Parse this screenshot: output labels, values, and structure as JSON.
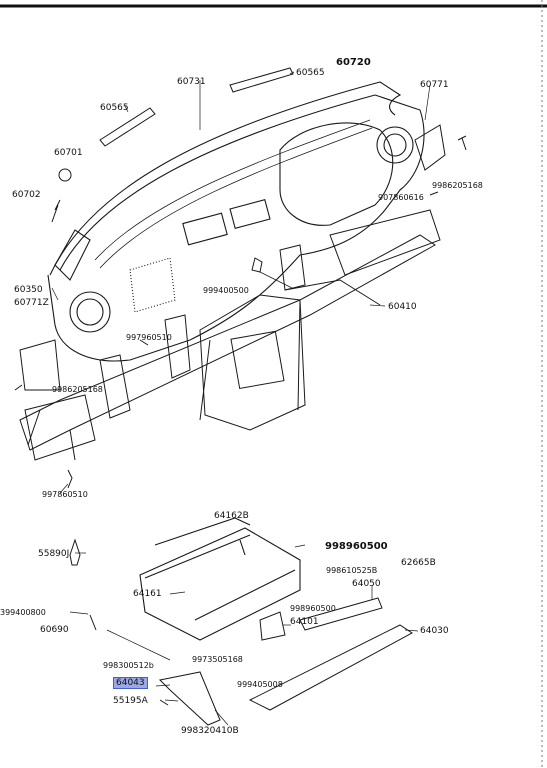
{
  "labels": {
    "p60720": "60720",
    "p60565a": "60565",
    "p60731": "60731",
    "p60771": "60771",
    "p60565b": "60565",
    "p60701": "60701",
    "p9986205168a": "9986205168",
    "p907860616": "907860616",
    "p60702": "60702",
    "p9994005000": "999400500",
    "p60350": "60350",
    "p60771z": "60771Z",
    "p60410": "60410",
    "p997960510": "997960510",
    "p9986205168b": "9986205168",
    "p997860510": "997860510",
    "p64162b": "64162B",
    "p998960500a": "998960500",
    "p55890j": "55890J",
    "p998610525b": "998610525B",
    "p62665b": "62665B",
    "p64161": "64161",
    "p64050": "64050",
    "p399400800": "399400800",
    "p998960500b": "998960500",
    "p60690": "60690",
    "p64101": "64101",
    "p64030": "64030",
    "p998300512b": "998300512b",
    "p9973505168": "9973505168",
    "p64043": "64043",
    "p999405008": "999405008",
    "p55195a": "55195A",
    "p998320410b": "998320410B"
  },
  "colors": {
    "line": "#1a1a1a",
    "highlight_fill": "#9aa7e8",
    "highlight_border": "#4a5fc4"
  }
}
